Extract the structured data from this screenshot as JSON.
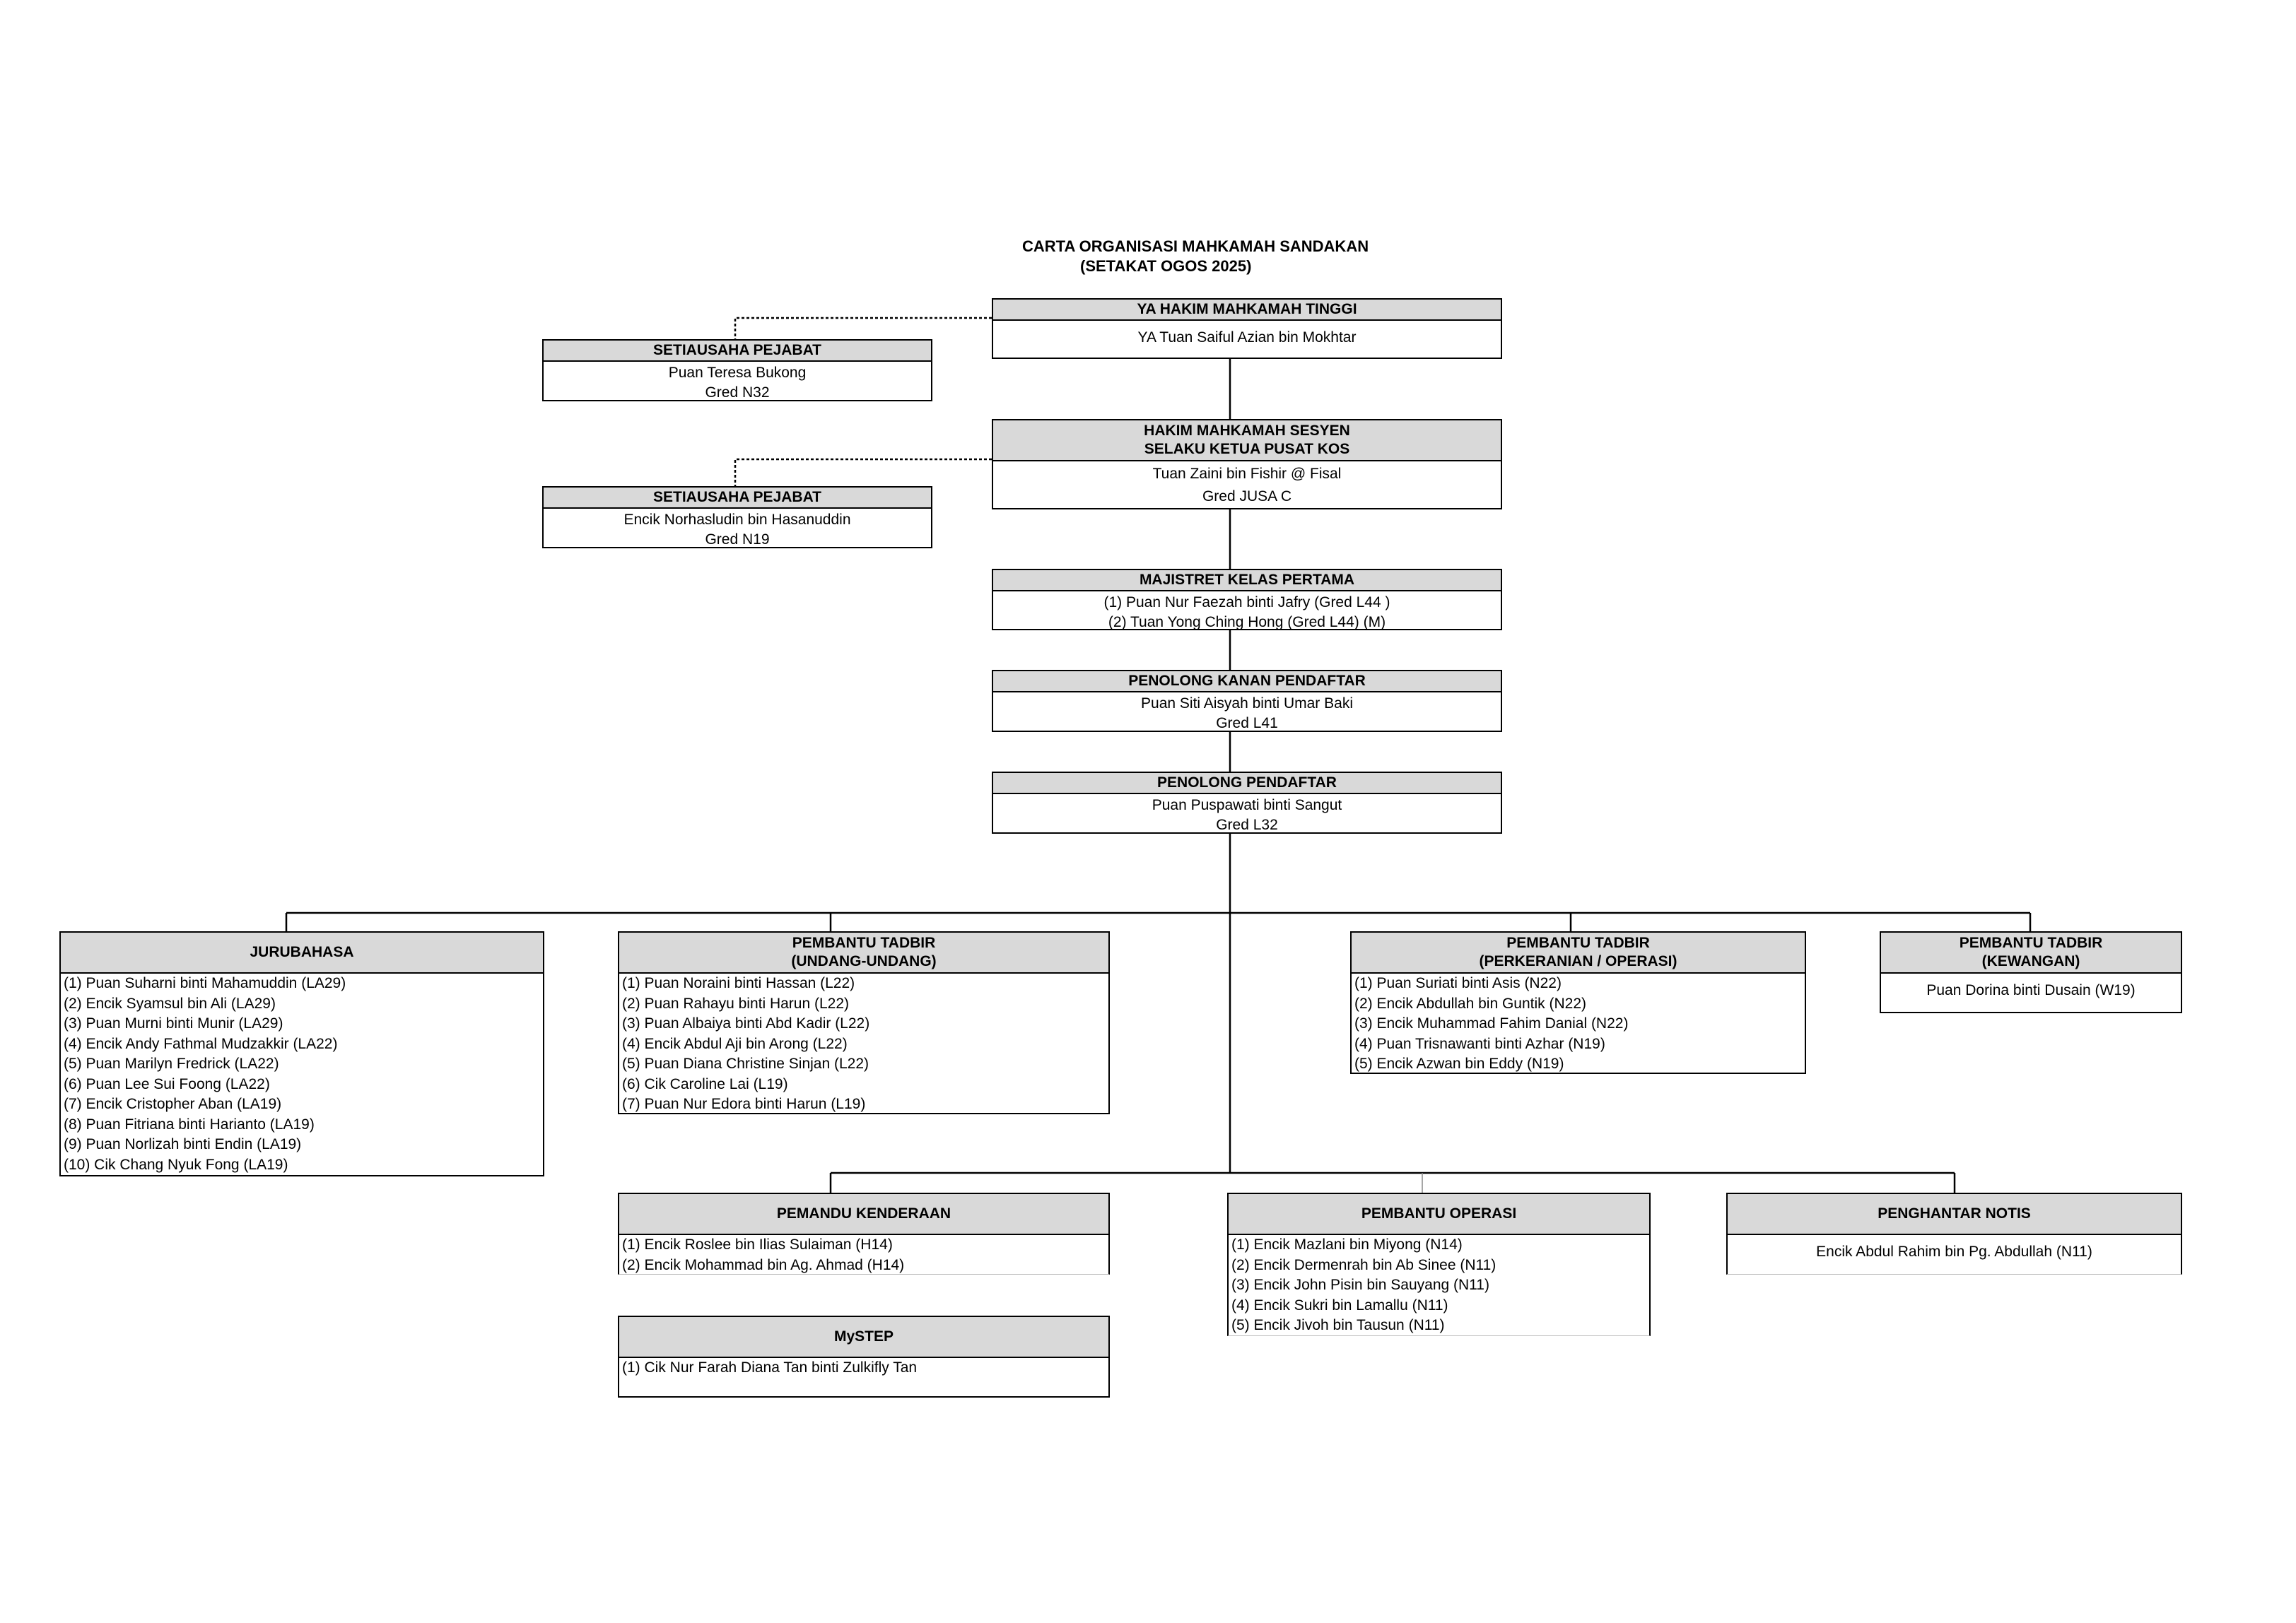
{
  "title": {
    "line1": "CARTA  ORGANISASI  MAHKAMAH  SANDAKAN",
    "line2": "(SETAKAT OGOS 2025)"
  },
  "hakim_tinggi": {
    "header": "YA  HAKIM MAHKAMAH TINGGI",
    "lines": [
      "YA  Tuan  Saiful  Azian  bin  Mokhtar"
    ]
  },
  "setiausaha_1": {
    "header": "SETIAUSAHA  PEJABAT",
    "lines": [
      "Puan Teresa Bukong",
      "Gred N32"
    ]
  },
  "hakim_sesyen": {
    "header": [
      "HAKIM MAHKAMAH SESYEN",
      "SELAKU  KETUA  PUSAT  KOS"
    ],
    "lines": [
      "Tuan Zaini bin Fishir @ Fisal",
      "Gred  JUSA  C"
    ]
  },
  "setiausaha_2": {
    "header": "SETIAUSAHA  PEJABAT",
    "lines": [
      "Encik Norhasludin bin Hasanuddin",
      "Gred N19"
    ]
  },
  "majistret": {
    "header": "MAJISTRET  KELAS  PERTAMA",
    "lines": [
      "(1) Puan Nur Faezah binti Jafry (Gred L44 )",
      "(2) Tuan  Yong  Ching  Hong  (Gred  L44)  (M)"
    ]
  },
  "penolong_kanan": {
    "header": "PENOLONG  KANAN  PENDAFTAR",
    "lines": [
      "Puan Siti Aisyah binti Umar Baki",
      "Gred L41"
    ]
  },
  "penolong": {
    "header": "PENOLONG  PENDAFTAR",
    "lines": [
      "Puan Puspawati binti Sangut",
      "Gred L32"
    ]
  },
  "jurubahasa": {
    "header": [
      "JURUBAHASA"
    ],
    "lines": [
      "(1) Puan Suharni binti Mahamuddin (LA29)",
      "(2) Encik Syamsul bin Ali (LA29)",
      "(3) Puan Murni binti Munir (LA29)",
      "(4) Encik Andy Fathmal Mudzakkir (LA22)",
      "(5) Puan Marilyn Fredrick (LA22)",
      "(6) Puan Lee Sui Foong (LA22)",
      "(7) Encik Cristopher Aban (LA19)",
      "(8) Puan Fitriana binti Harianto (LA19)",
      "(9) Puan Norlizah binti Endin (LA19)",
      "(10)  Cik  Chang  Nyuk  Fong  (LA19)"
    ]
  },
  "pt_undang": {
    "header": [
      "PEMBANTU TADBIR",
      "(UNDANG-UNDANG)"
    ],
    "lines": [
      "(1) Puan Noraini binti Hassan (L22)",
      "(2) Puan Rahayu binti Harun (L22)",
      "(3) Puan Albaiya binti Abd Kadir (L22)",
      "(4) Encik Abdul Aji bin Arong (L22)",
      "(5) Puan Diana Christine Sinjan (L22)",
      "(6) Cik Caroline Lai (L19)",
      "(7) Puan Nur Edora binti Harun (L19)"
    ]
  },
  "pt_perkeranian": {
    "header": [
      "PEMBANTU TADBIR",
      "(PERKERANIAN / OPERASI)"
    ],
    "lines": [
      "(1) Puan Suriati binti Asis (N22)",
      "(2) Encik Abdullah bin Guntik (N22)",
      "(3) Encik  Muhammad  Fahim  Danial  (N22)",
      "(4) Puan Trisnawanti binti Azhar (N19)",
      "(5) Encik Azwan bin Eddy (N19)"
    ]
  },
  "pt_kewangan": {
    "header": [
      "PEMBANTU TADBIR",
      "(KEWANGAN)"
    ],
    "lines": [
      "Puan Dorina binti Dusain (W19)"
    ]
  },
  "pemandu": {
    "header": [
      "PEMANDU  KENDERAAN"
    ],
    "lines": [
      "(1) Encik Roslee bin Ilias Sulaiman (H14)",
      "(2) Encik Mohammad bin Ag. Ahmad (H14)"
    ]
  },
  "pembantu_operasi": {
    "header": [
      "PEMBANTU  OPERASI"
    ],
    "lines": [
      "(1) Encik Mazlani bin Miyong (N14)",
      "(2) Encik Dermenrah bin Ab Sinee (N11)",
      "(3) Encik John Pisin bin Sauyang (N11)",
      "(4) Encik Sukri bin Lamallu (N11)",
      "(5) Encik Jivoh bin Tausun (N11)"
    ]
  },
  "penghantar": {
    "header": [
      "PENGHANTAR  NOTIS"
    ],
    "lines": [
      "Encik Abdul Rahim bin Pg. Abdullah (N11)"
    ]
  },
  "mystep": {
    "header": [
      "MySTEP"
    ],
    "lines": [
      "(1) Cik Nur Farah Diana Tan binti Zulkifly Tan"
    ]
  }
}
